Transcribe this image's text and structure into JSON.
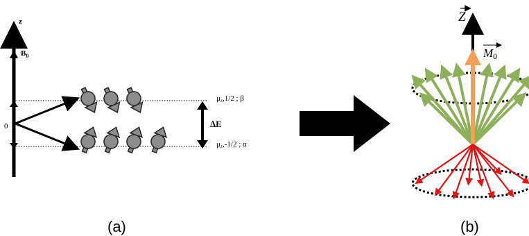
{
  "panel_a": {
    "axis_label": "z",
    "field_label_main": "B",
    "field_label_sub": "0",
    "zero_label": "0",
    "delta_e_label": "ΔE",
    "upper_level": {
      "mu": "μ",
      "sub": "z",
      "text": ",1/2 ; β"
    },
    "lower_level": {
      "mu": "μ",
      "sub": "z",
      "text": ",-1/2 ; α"
    },
    "caption": "(a)"
  },
  "panel_b": {
    "z_label": "Z",
    "m_label": "M",
    "m_sub": "0",
    "caption": "(b)"
  },
  "colors": {
    "spin_fill": "#8c8c8c",
    "spin_stroke": "#2b2b2b",
    "arrow_dark": "#000000",
    "green": "#8fb05a",
    "red": "#e21414",
    "orange": "#f2a05a",
    "dotted_line": "#000000"
  },
  "icons": {
    "big_arrow": "right-arrow-icon",
    "spin_up": "spin-up-icon",
    "spin_down": "spin-down-icon"
  }
}
